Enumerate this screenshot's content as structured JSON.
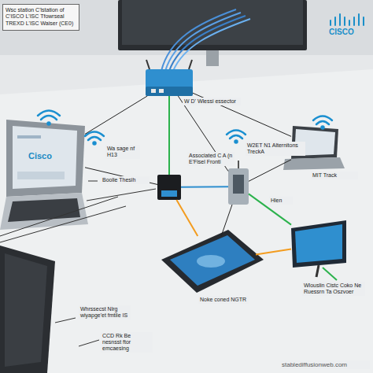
{
  "diagram": {
    "nodes": [
      {
        "text": [
          "Wsc station C'lstation of C'ISCO L'ISC Tfowrseal TREXD L'ISC Waiser (CE0)"
        ]
      },
      {
        "text": [
          "W D' Wlessi essector"
        ]
      },
      {
        "text": [
          "Cisco"
        ]
      },
      {
        "text": [
          "Associated C A (n E'Fisel Fronti"
        ]
      },
      {
        "text": [
          "W2ET N1 Alternitons TreckA"
        ]
      },
      {
        "text": [
          "MIT Track"
        ]
      },
      {
        "text": [
          "Noke coned NGTR"
        ]
      },
      {
        "text": [
          "Wlouslin Cistc Coko Ne Ruessrn Ta Oszvoer"
        ]
      }
    ],
    "edges": [
      {
        "from": 1,
        "to": 2,
        "arrow": "none"
      },
      {
        "from": 1,
        "to": 3,
        "arrow": "none"
      },
      {
        "from": 1,
        "to": 4,
        "arrow": "none"
      },
      {
        "from": 1,
        "to": 5,
        "arrow": "none"
      },
      {
        "from": 3,
        "to": 2,
        "arrow": "none"
      },
      {
        "from": 3,
        "to": 4,
        "arrow": "none"
      },
      {
        "from": 3,
        "to": 6,
        "arrow": "none"
      },
      {
        "from": 4,
        "to": 6,
        "arrow": "none"
      },
      {
        "from": 4,
        "to": 7,
        "arrow": "none"
      },
      {
        "from": 4,
        "to": 5,
        "arrow": "none"
      },
      {
        "from": 6,
        "to": 7,
        "arrow": "none"
      }
    ],
    "labels": [
      "CISCO",
      "Wa sage nf H13",
      "Boolie Thesih",
      "Hlen",
      "Whrssecst Nlrg wiyapge'et fmtile IS",
      "CCD Rk Be nesnsst ftor emcaesing",
      "stablediffusionweb.com"
    ]
  }
}
